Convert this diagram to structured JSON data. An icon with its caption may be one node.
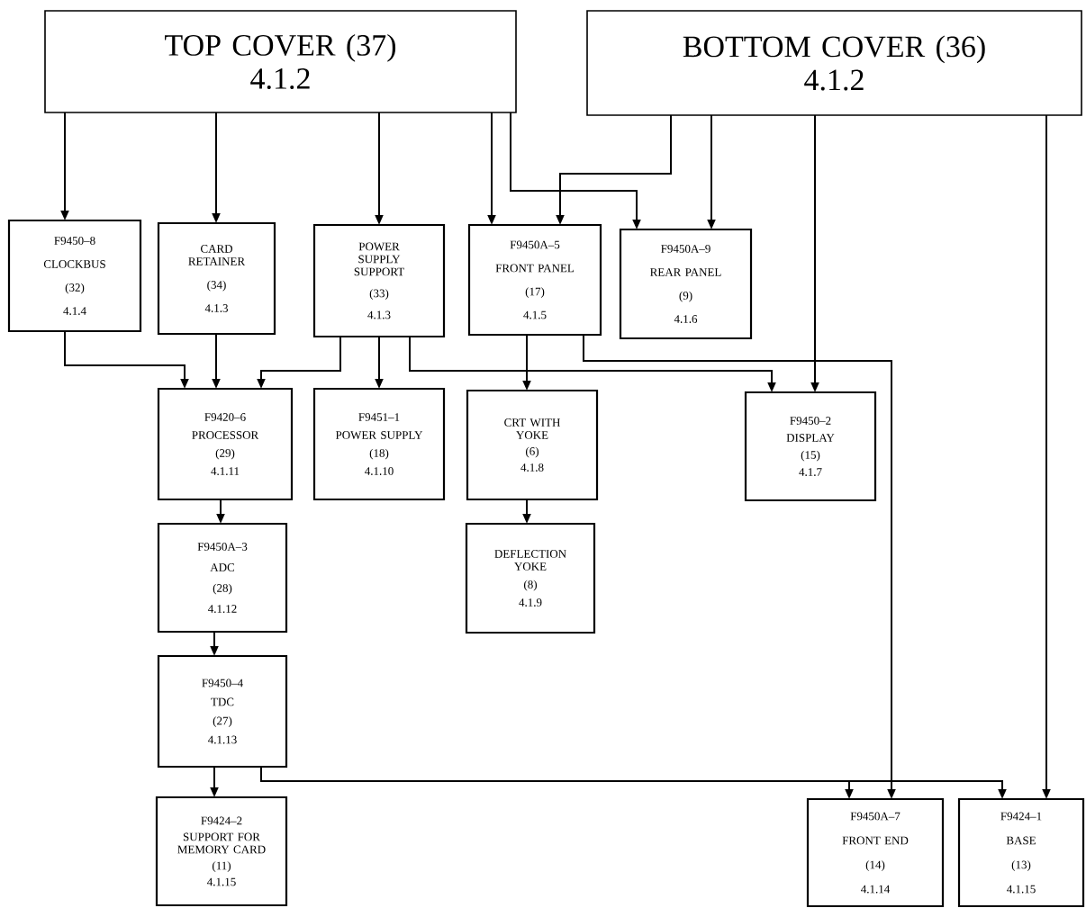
{
  "diagram": {
    "nodes": [
      {
        "text": [
          "TOP COVER (37)",
          "4.1.2"
        ]
      },
      {
        "text": [
          "BOTTOM COVER (36)",
          "4.1.2"
        ]
      },
      {
        "text": [
          "F9450–8",
          "CLOCKBUS",
          "(32)",
          "4.1.4"
        ]
      },
      {
        "text": [
          "CARD RETAINER",
          "(34)",
          "4.1.3"
        ]
      },
      {
        "text": [
          "POWER SUPPLY SUPPORT",
          "(33)",
          "4.1.3"
        ]
      },
      {
        "text": [
          "F9450A–5",
          "FRONT PANEL",
          "(17)",
          "4.1.5"
        ]
      },
      {
        "text": [
          "F9450A–9",
          "REAR PANEL",
          "(9)",
          "4.1.6"
        ]
      },
      {
        "text": [
          "F9420–6",
          "PROCESSOR",
          "(29)",
          "4.1.11"
        ]
      },
      {
        "text": [
          "F9451–1",
          "POWER SUPPLY",
          "(18)",
          "4.1.10"
        ]
      },
      {
        "text": [
          "CRT WITH YOKE",
          "(6)",
          "4.1.8"
        ]
      },
      {
        "text": [
          "F9450–2",
          "DISPLAY",
          "(15)",
          "4.1.7"
        ]
      },
      {
        "text": [
          "F9450A–3",
          "ADC",
          "(28)",
          "4.1.12"
        ]
      },
      {
        "text": [
          "DEFLECTION YOKE",
          "(8)",
          "4.1.9"
        ]
      },
      {
        "text": [
          "F9450–4",
          "TDC",
          "(27)",
          "4.1.13"
        ]
      },
      {
        "text": [
          "F9424–2",
          "SUPPORT FOR MEMORY CARD",
          "(11)",
          "4.1.15"
        ]
      },
      {
        "text": [
          "F9450A–7",
          "FRONT END",
          "(14)",
          "4.1.14"
        ]
      },
      {
        "text": [
          "F9424–1",
          "BASE",
          "(13)",
          "4.1.15"
        ]
      }
    ],
    "edges": [
      {
        "from": 0,
        "to": 2,
        "arrow": "to"
      },
      {
        "from": 0,
        "to": 3,
        "arrow": "to"
      },
      {
        "from": 0,
        "to": 4,
        "arrow": "to"
      },
      {
        "from": 0,
        "to": 5,
        "arrow": "to"
      },
      {
        "from": 0,
        "to": 6,
        "arrow": "to"
      },
      {
        "from": 1,
        "to": 5,
        "arrow": "to"
      },
      {
        "from": 1,
        "to": 6,
        "arrow": "to"
      },
      {
        "from": 1,
        "to": 10,
        "arrow": "to"
      },
      {
        "from": 1,
        "to": 16,
        "arrow": "to"
      },
      {
        "from": 2,
        "to": 7,
        "arrow": "to"
      },
      {
        "from": 3,
        "to": 7,
        "arrow": "to"
      },
      {
        "from": 4,
        "to": 7,
        "arrow": "to"
      },
      {
        "from": 4,
        "to": 8,
        "arrow": "to"
      },
      {
        "from": 4,
        "to": 10,
        "arrow": "to"
      },
      {
        "from": 5,
        "to": 9,
        "arrow": "to"
      },
      {
        "from": 5,
        "to": 15,
        "arrow": "to"
      },
      {
        "from": 9,
        "to": 12,
        "arrow": "to"
      },
      {
        "from": 7,
        "to": 11,
        "arrow": "to"
      },
      {
        "from": 11,
        "to": 13,
        "arrow": "to"
      },
      {
        "from": 13,
        "to": 14,
        "arrow": "to"
      },
      {
        "from": 13,
        "to": 15,
        "arrow": "to"
      },
      {
        "from": 13,
        "to": 16,
        "arrow": "to"
      }
    ]
  }
}
